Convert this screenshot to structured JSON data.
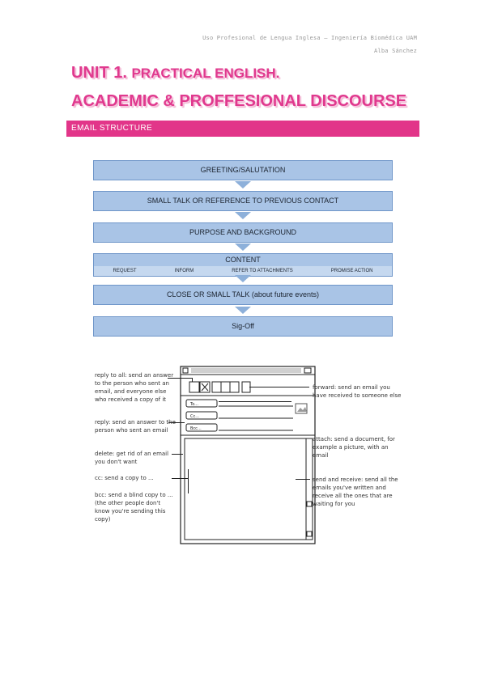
{
  "header": {
    "line1": "Uso Profesional de Lengua Inglesa – Ingeniería Biomédica UAM",
    "line2": "Alba Sánchez"
  },
  "titles": {
    "unit": "UNIT 1.",
    "unit_rest": "PRACTICAL ENGLISH.",
    "subtitle": "ACADEMIC & PROFFESIONAL DISCOURSE"
  },
  "section": {
    "label": "EMAIL STRUCTURE"
  },
  "flow": {
    "greeting": "GREETING/SALUTATION",
    "smalltalk": "SMALL TALK OR REFERENCE TO PREVIOUS CONTACT",
    "purpose": "PURPOSE AND BACKGROUND",
    "content": "CONTENT",
    "content_items": [
      "REQUEST",
      "INFORM",
      "REFER TO ATTACHMENTS",
      "PROMISE ACTION"
    ],
    "close": "CLOSE OR SMALL TALK (about future events)",
    "signoff": "Sig-Off"
  },
  "email_figure": {
    "left_labels": [
      "reply to all: send an answer to the person who sent an email, and everyone else who received a copy of it",
      "reply: send an answer to the person who sent an email",
      "delete: get rid of an email you don't want",
      "cc: send a copy to ...",
      "bcc: send a blind copy to ... (the other people don't know you're sending this copy)"
    ],
    "right_labels": [
      "forward: send an email you have received to someone else",
      "attach: send a document, for example a picture, with an email",
      "send and receive: send all the emails you've written and receive all the ones that are waiting for you"
    ],
    "fields": [
      "To...",
      "Cc...",
      "Bcc..."
    ]
  }
}
